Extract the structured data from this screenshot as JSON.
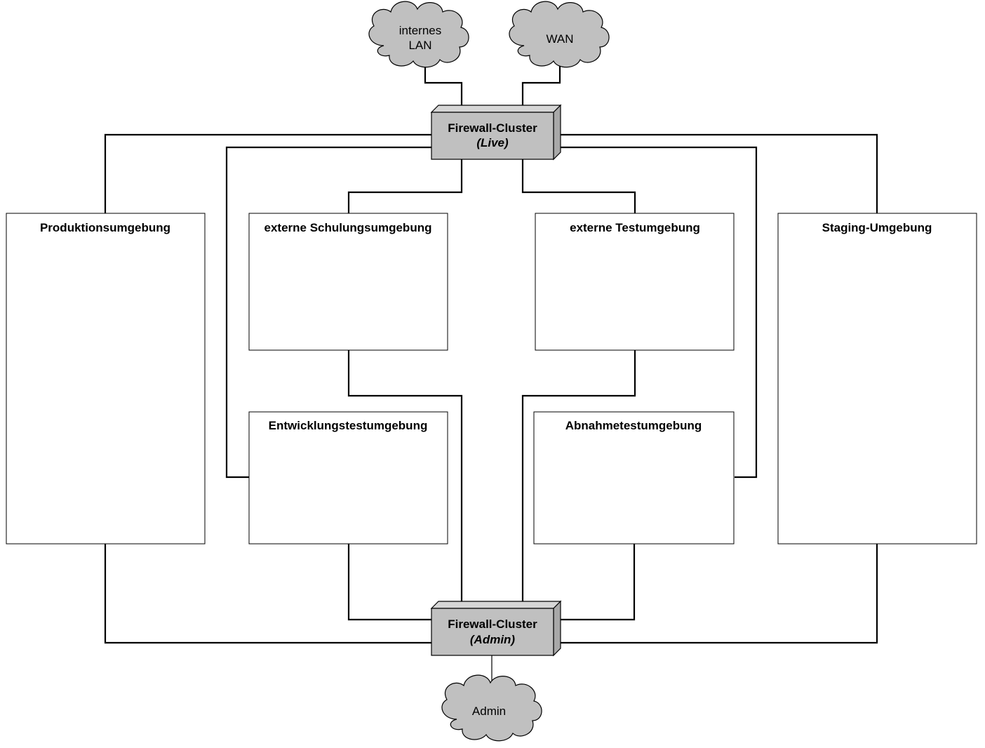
{
  "clouds": {
    "internal_lan": {
      "line1": "internes",
      "line2": "LAN"
    },
    "wan": {
      "label": "WAN"
    },
    "admin": {
      "label": "Admin"
    }
  },
  "firewalls": {
    "live": {
      "title": "Firewall-Cluster",
      "subtitle": "(Live)"
    },
    "admin": {
      "title": "Firewall-Cluster",
      "subtitle": "(Admin)"
    }
  },
  "environments": {
    "production": "Produktionsumgebung",
    "external_training": "externe Schulungsumgebung",
    "external_test": "externe Testumgebung",
    "staging": "Staging-Umgebung",
    "development_test": "Entwicklungstestumgebung",
    "acceptance_test": "Abnahmetestumgebung"
  },
  "colors": {
    "node_fill": "#c0c0c0",
    "box_fill": "#ffffff",
    "line": "#000000"
  }
}
